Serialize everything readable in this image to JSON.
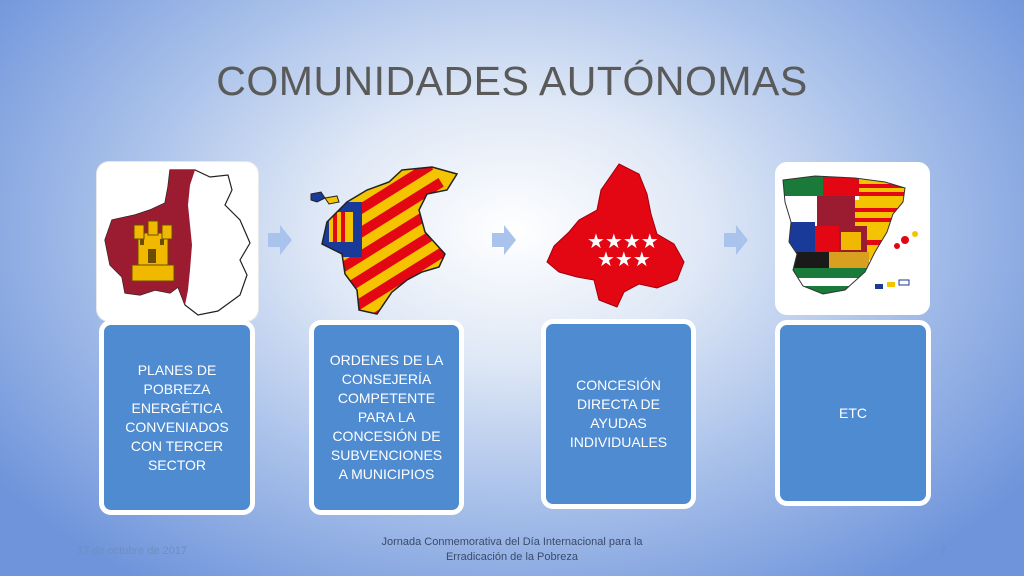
{
  "slide": {
    "title": "COMUNIDADES AUTÓNOMAS"
  },
  "steps": [
    {
      "image": "castilla-la-mancha-flag-map",
      "text": "PLANES DE POBREZA ENERGÉTICA CONVENIADOS CON TERCER SECTOR"
    },
    {
      "image": "valencia-flag-map",
      "text": "ORDENES DE LA CONSEJERÍA COMPETENTE PARA LA CONCESIÓN DE SUBVENCIONES A MUNICIPIOS"
    },
    {
      "image": "madrid-flag-map",
      "text": "CONCESIÓN DIRECTA DE AYUDAS INDIVIDUALES"
    },
    {
      "image": "spain-regions-flag-map",
      "text": "ETC"
    }
  ],
  "footer": {
    "date": "17 de octubre de 2017",
    "event": "Jornada Conmemorativa del Día Internacional para la Erradicación de la Pobreza",
    "page": "7"
  },
  "colors": {
    "card": "#4f8bd0",
    "title": "#5a5a5a",
    "arrow": "#a9c3ec",
    "red": "#e30613",
    "yellow": "#f5c400",
    "crimson": "#9b1b30"
  }
}
